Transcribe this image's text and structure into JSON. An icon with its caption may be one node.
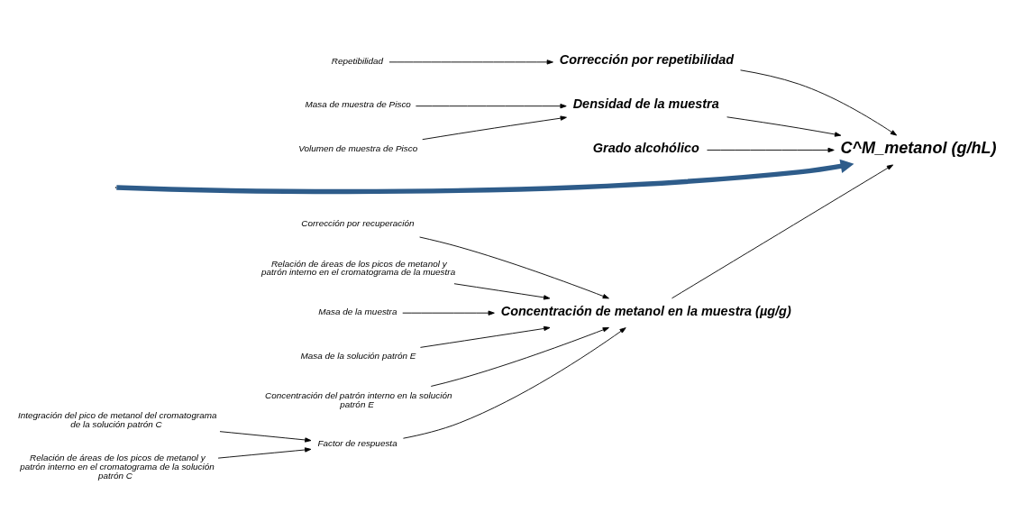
{
  "diagram": {
    "nodes": [
      {
        "text": [
          "Concentración de metanol en la muestra (µg/g)"
        ]
      },
      {
        "text": [
          "Corrección por recuperación"
        ]
      },
      {
        "text": [
          "Relación de áreas de los picos de metanol y patrón interno en el cromatograma de la muestra"
        ]
      },
      {
        "text": [
          "Masa de la muestra"
        ]
      },
      {
        "text": [
          "Masa de la solución patrón E"
        ]
      },
      {
        "text": [
          "Concentración del patrón interno en la solución patrón E"
        ]
      },
      {
        "text": [
          "Factor de respuesta"
        ]
      },
      {
        "text": [
          "Integración del pico de metanol del cromatograma de la solución patrón C"
        ]
      },
      {
        "text": [
          "Relación de áreas de los picos de metanol y patrón interno en el cromatograma de la solución patrón C"
        ]
      },
      {
        "text": [
          "C^M_metanol (g/hL)"
        ]
      },
      {
        "text": [
          "Repetibilidad"
        ]
      },
      {
        "text": [
          "Masa de muestra de Pisco"
        ]
      },
      {
        "text": [
          "Volumen de muestra de Pisco"
        ]
      },
      {
        "text": [
          "Corrección por repetibilidad"
        ]
      },
      {
        "text": [
          "Densidad de la muestra"
        ]
      },
      {
        "text": [
          "Grado alcohólico"
        ]
      }
    ],
    "edges": [
      {
        "from": null,
        "to": 9,
        "arrow": "to",
        "style": "thick",
        "color": "#2e5c8a"
      },
      {
        "from": 0,
        "to": 9,
        "arrow": "to"
      },
      {
        "from": 1,
        "to": 0,
        "arrow": "to"
      },
      {
        "from": 2,
        "to": 0,
        "arrow": "to"
      },
      {
        "from": 3,
        "to": 0,
        "arrow": "to"
      },
      {
        "from": 4,
        "to": 0,
        "arrow": "to"
      },
      {
        "from": 5,
        "to": 0,
        "arrow": "to"
      },
      {
        "from": 6,
        "to": 0,
        "arrow": "to"
      },
      {
        "from": 7,
        "to": 6,
        "arrow": "to"
      },
      {
        "from": 8,
        "to": 6,
        "arrow": "to"
      },
      {
        "from": 13,
        "to": 9,
        "arrow": "to"
      },
      {
        "from": 10,
        "to": 13,
        "arrow": "to"
      },
      {
        "from": 14,
        "to": 9,
        "arrow": "to"
      },
      {
        "from": 11,
        "to": 14,
        "arrow": "to"
      },
      {
        "from": 12,
        "to": 14,
        "arrow": "to"
      },
      {
        "from": 15,
        "to": 9,
        "arrow": "to"
      }
    ]
  }
}
